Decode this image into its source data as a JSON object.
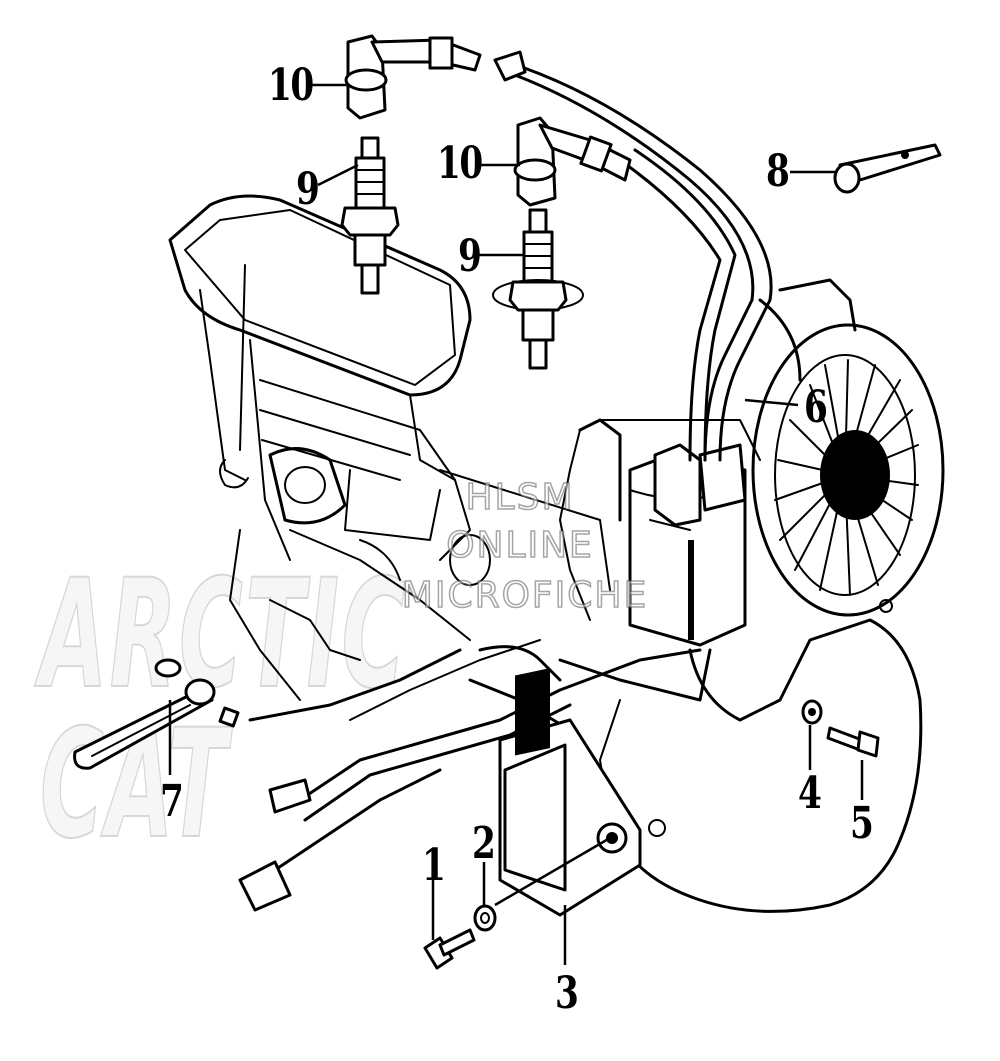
{
  "diagram": {
    "callouts": {
      "c1": "1",
      "c2": "2",
      "c3": "3",
      "c4": "4",
      "c5": "5",
      "c6": "6",
      "c7": "7",
      "c8": "8",
      "c9a": "9",
      "c9b": "9",
      "c10a": "10",
      "c10b": "10"
    },
    "watermark": {
      "line1": "HLSM",
      "line2": "ONLINE",
      "line3": "MICROFICHE",
      "brand": "ARCTIC CAT"
    }
  }
}
